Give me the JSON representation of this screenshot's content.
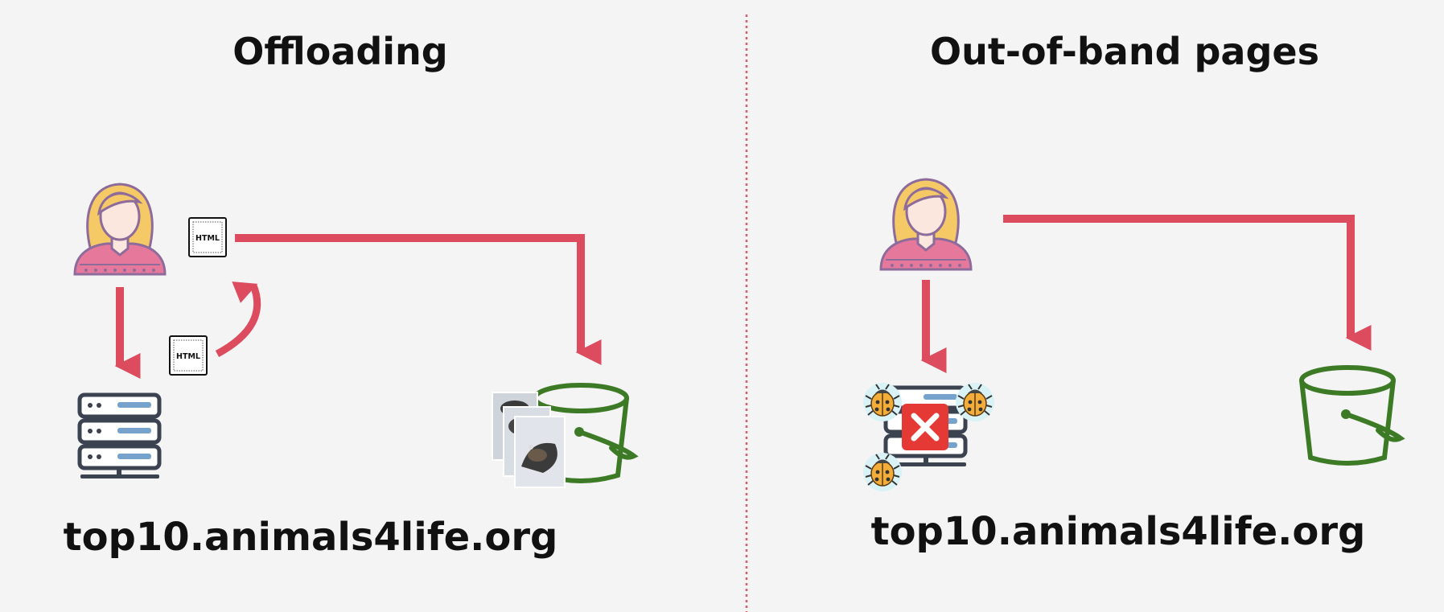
{
  "colors": {
    "background": "#f4f4f4",
    "arrow": "#dc4c5e",
    "divider": "#d85c6c",
    "bucket": "#3d7a26",
    "server": "#3c4350",
    "server_light": "#76a3cc",
    "user_hair": "#f6c967",
    "user_skin": "#fbe7de",
    "user_shirt": "#e6789c",
    "user_outline": "#8d6b9b",
    "error_badge": "#e53935",
    "bug_body": "#f3ad3a"
  },
  "left": {
    "title": "Offloading",
    "domain": "top10.animals4life.org",
    "html_label": "HTML",
    "icons": [
      "user-icon",
      "html-file-icon",
      "server-icon",
      "bucket-icon",
      "cat-photo-icon"
    ]
  },
  "right": {
    "title": "Out-of-band pages",
    "domain": "top10.animals4life.org",
    "icons": [
      "user-icon",
      "broken-server-icon",
      "bug-icon",
      "error-badge-icon",
      "bucket-icon"
    ]
  }
}
